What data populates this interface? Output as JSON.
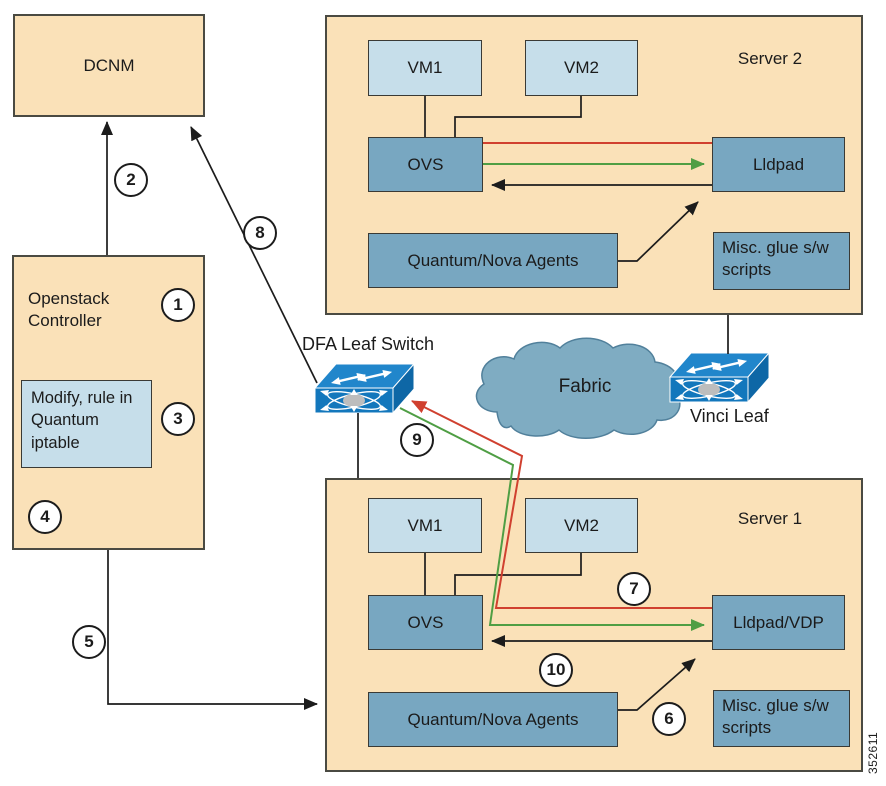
{
  "nodes": {
    "dcnm": "DCNM",
    "openstack_controller": "Openstack Controller",
    "modify_rule": [
      "Modify, rule in",
      "Quantum",
      "iptable"
    ],
    "dfa_leaf_switch": "DFA Leaf Switch",
    "fabric": "Fabric",
    "vinci_leaf": "Vinci Leaf"
  },
  "server2": {
    "title": "Server 2",
    "vm1": "VM1",
    "vm2": "VM2",
    "ovs": "OVS",
    "lldpad": "Lldpad",
    "agents": "Quantum/Nova Agents",
    "misc": "Misc. glue s/w scripts"
  },
  "server1": {
    "title": "Server 1",
    "vm1": "VM1",
    "vm2": "VM2",
    "ovs": "OVS",
    "lldpad": "Lldpad/VDP",
    "agents": "Quantum/Nova Agents",
    "misc": "Misc. glue s/w scripts"
  },
  "steps": [
    "1",
    "2",
    "3",
    "4",
    "5",
    "6",
    "7",
    "8",
    "9",
    "10"
  ],
  "watermark": "352611",
  "icons": {
    "dfa_switch": "layer-switch-icon",
    "vinci_switch": "layer-switch-icon",
    "fabric": "cloud-icon"
  },
  "colors": {
    "box_tan": "#FAE1B8",
    "box_light_blue": "#C6DEEA",
    "box_mid_blue": "#78A7C1",
    "switch_blue": "#1377BC",
    "cloud_blue": "#7FACC2",
    "arrow_red": "#D0402F",
    "arrow_green": "#4F9E44",
    "line_dark": "#1C1C1C"
  }
}
